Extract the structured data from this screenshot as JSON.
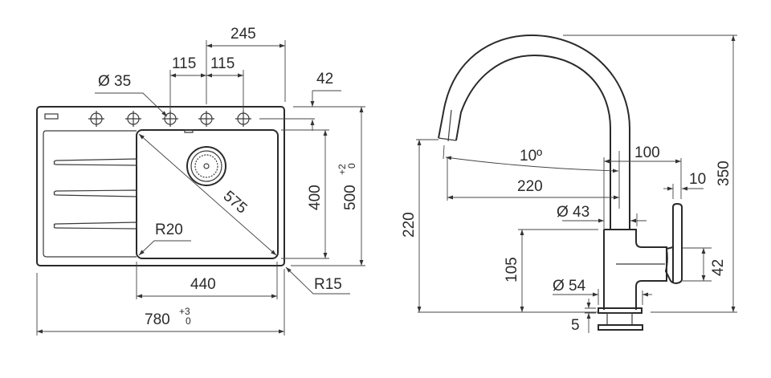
{
  "sink": {
    "dims": {
      "overall_width": "780",
      "overall_width_tol_upper": "+3",
      "overall_width_tol_lower": "0",
      "overall_depth": "500",
      "overall_depth_tol_upper": "+2",
      "overall_depth_tol_lower": "0",
      "bowl_width": "440",
      "bowl_depth": "400",
      "bowl_diagonal": "575",
      "bowl_radius": "R20",
      "corner_radius": "R15",
      "hole_diameter": "Ø 35",
      "hole_spacing_1": "115",
      "hole_spacing_2": "115",
      "hole_offset": "245",
      "hole_edge_distance": "42"
    }
  },
  "faucet": {
    "dims": {
      "total_height": "350",
      "spout_height": "220",
      "spout_reach": "220",
      "swivel_angle": "10º",
      "handle_offset": "100",
      "handle_width": "10",
      "body_diameter": "Ø 43",
      "body_height": "105",
      "handle_height": "42",
      "base_diameter": "Ø 54",
      "base_thickness": "5"
    }
  }
}
